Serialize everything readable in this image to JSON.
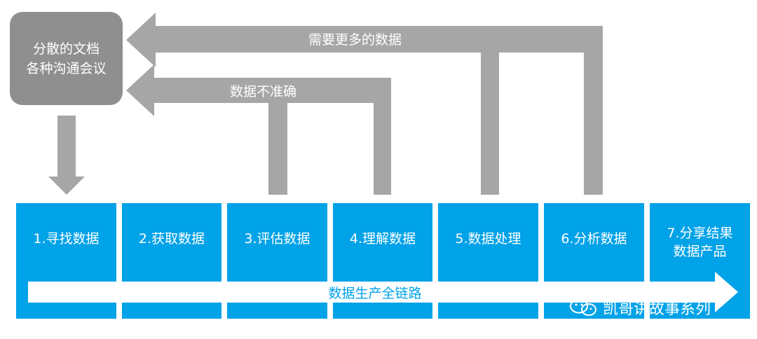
{
  "source": {
    "line1": "分散的文档",
    "line2": "各种沟通会议"
  },
  "feedback": {
    "top_label": "需要更多的数据",
    "bottom_label": "数据不准确"
  },
  "stages": [
    {
      "line1": "1.寻找数据",
      "line2": ""
    },
    {
      "line1": "2.获取数据",
      "line2": ""
    },
    {
      "line1": "3.评估数据",
      "line2": ""
    },
    {
      "line1": "4.理解数据",
      "line2": ""
    },
    {
      "line1": "5.数据处理",
      "line2": ""
    },
    {
      "line1": "6.分析数据",
      "line2": ""
    },
    {
      "line1": "7.分享结果",
      "line2": "数据产品"
    }
  ],
  "chain_label": "数据生产全链路",
  "watermark": "凯哥讲故事系列",
  "colors": {
    "gray": "#a6a6a6",
    "box_gray": "#8f8f8f",
    "blue": "#00a2e8",
    "white": "#ffffff"
  }
}
